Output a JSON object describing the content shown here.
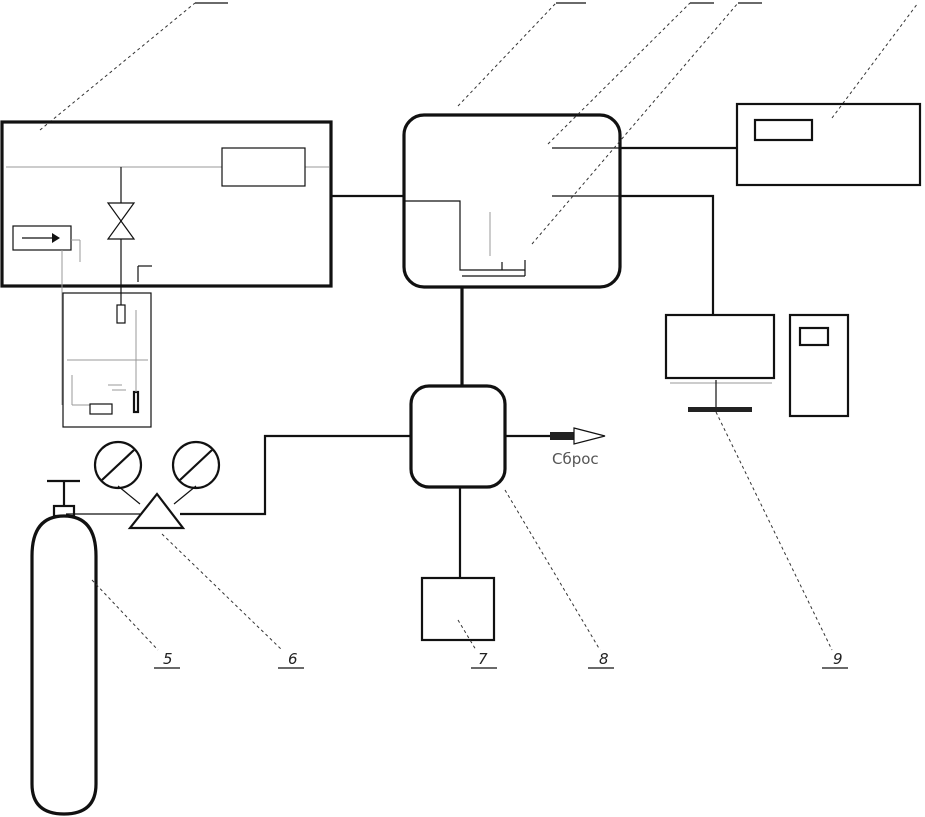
{
  "labels": {
    "vent": "Сброс",
    "cylinder": "5",
    "reducer": "6",
    "box": "7",
    "mixer": "8",
    "computer": "9"
  }
}
